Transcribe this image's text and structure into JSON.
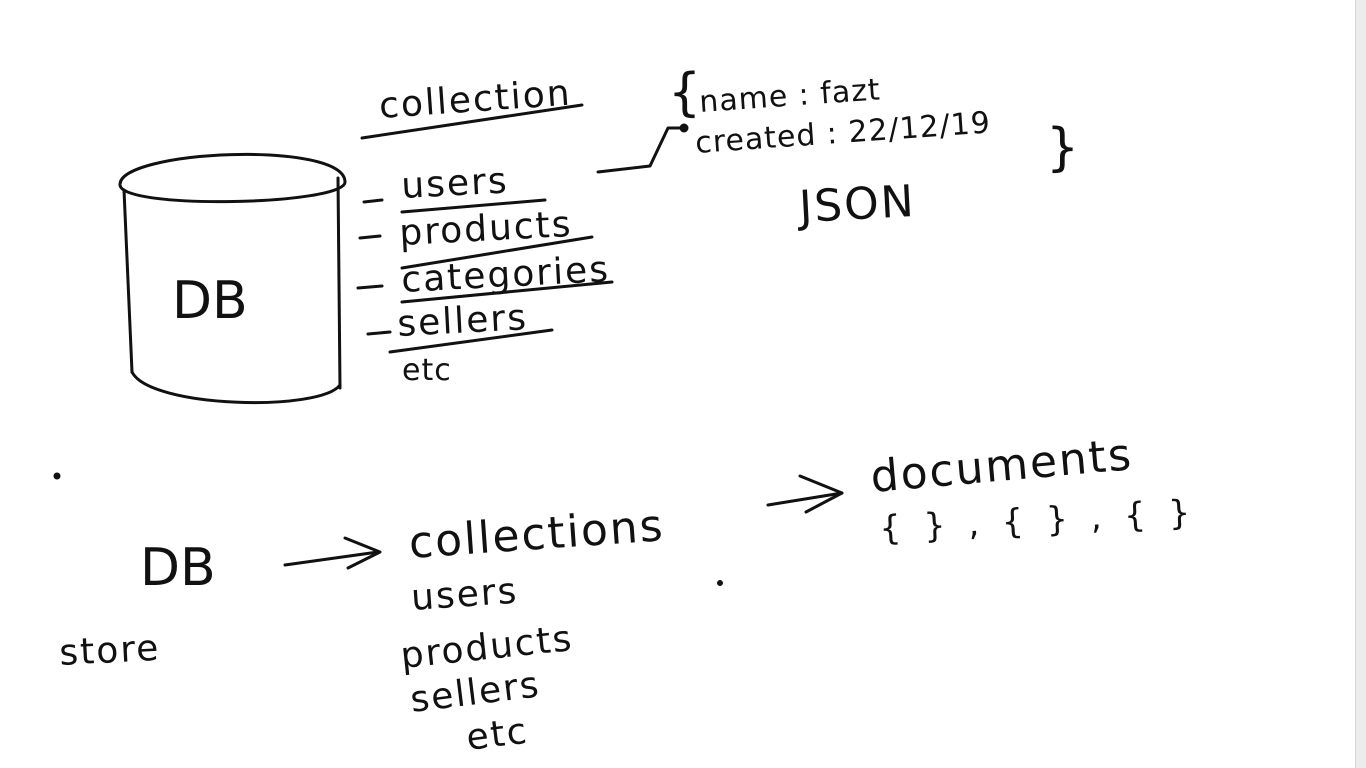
{
  "top": {
    "heading": "collection",
    "db_label": "DB",
    "items": [
      "users",
      "products",
      "categories",
      "sellers",
      "etc"
    ],
    "json": {
      "open_brace": "{",
      "line1": "name : fazt",
      "line2": "created : 22/12/19",
      "close_brace": "}",
      "label": "JSON"
    }
  },
  "bottom": {
    "db_label": "DB",
    "store_label": "store",
    "collections_label": "collections",
    "collection_items": [
      "users",
      "products",
      "sellers",
      "etc"
    ],
    "documents_label": "documents",
    "documents_braces": "{ } , { } , { }"
  },
  "colors": {
    "ink": "#111111",
    "background": "#ffffff"
  }
}
